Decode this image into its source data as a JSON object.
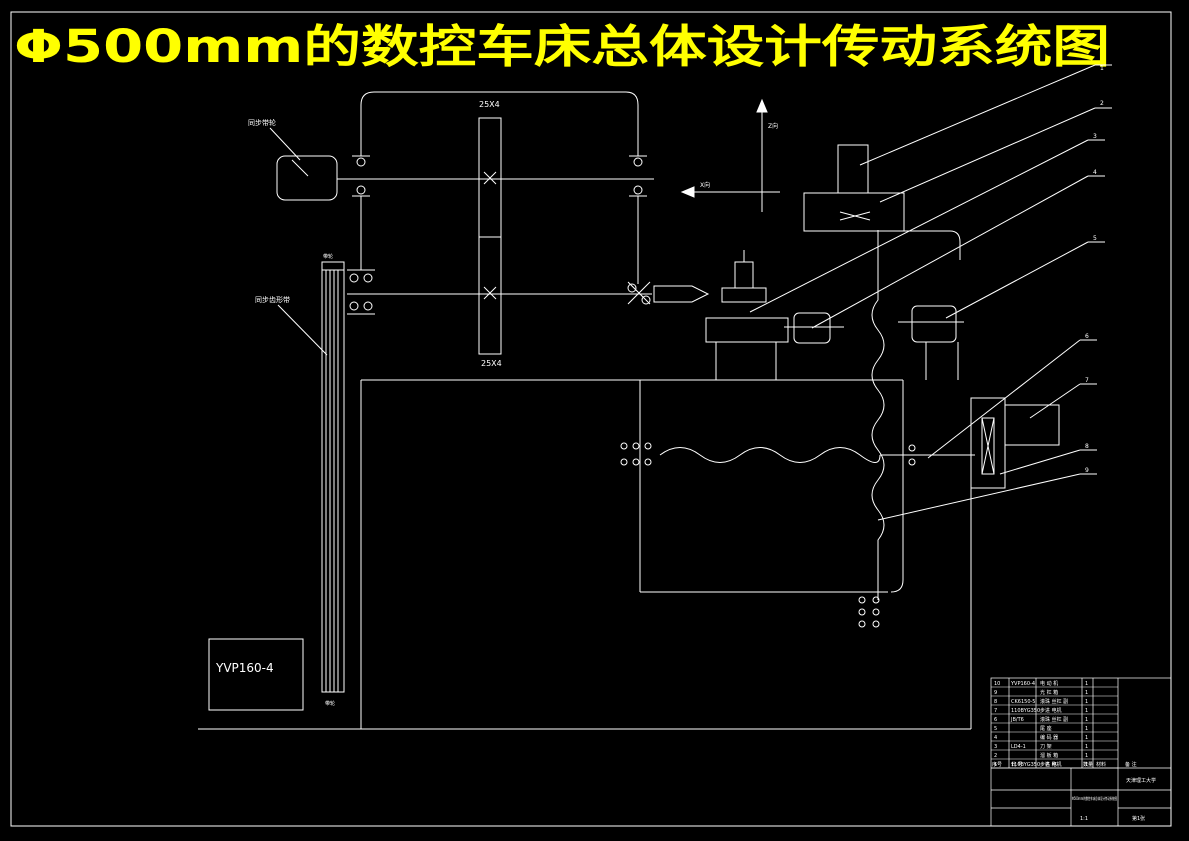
{
  "title": "Φ500mm的数控车床总体设计传动系统图",
  "colors": {
    "background": "#000000",
    "lines": "#ffffff",
    "title": "#ffff00"
  },
  "labels": {
    "gear_top": "25X4",
    "gear_bottom": "25X4",
    "motor_top": "同步带轮",
    "belt": "同步齿形带",
    "motor_main": "YVP160-4",
    "belt_pulley_top": "带轮",
    "belt_pulley_bottom": "带轮",
    "axis_z": "Z向",
    "axis_x": "X向"
  },
  "leaders": [
    "1",
    "2",
    "3",
    "4",
    "5",
    "6",
    "7",
    "8",
    "9"
  ],
  "parts_table": {
    "rows": [
      {
        "no": "10",
        "code": "YVP160-4",
        "name": "电 动 机",
        "qty": "1"
      },
      {
        "no": "9",
        "code": "",
        "name": "光 杠 箱",
        "qty": "1"
      },
      {
        "no": "8",
        "code": "CK6150-5",
        "name": "滚珠 丝杠 副",
        "qty": "1"
      },
      {
        "no": "7",
        "code": "110BYG350",
        "name": "步进 电机",
        "qty": "1"
      },
      {
        "no": "6",
        "code": "JB/T6",
        "name": "滚珠 丝杠 副",
        "qty": "1"
      },
      {
        "no": "5",
        "code": "",
        "name": "尾 座",
        "qty": "1"
      },
      {
        "no": "4",
        "code": "",
        "name": "编 码 器",
        "qty": "1"
      },
      {
        "no": "3",
        "code": "LD4-1",
        "name": "刀 架",
        "qty": "1"
      },
      {
        "no": "2",
        "code": "",
        "name": "溜 板 箱",
        "qty": "1"
      },
      {
        "no": "1",
        "code": "110BYG350",
        "name": "步进 电机",
        "qty": "1"
      }
    ],
    "header": [
      "序号",
      "代 号",
      "名 称",
      "数量",
      "材料",
      "备 注"
    ],
    "school": "天津理工大学",
    "drawing_name": "Φ500mm的数控车床总体设计传动系统图",
    "scale": "1:1",
    "sheet": "第1张"
  }
}
